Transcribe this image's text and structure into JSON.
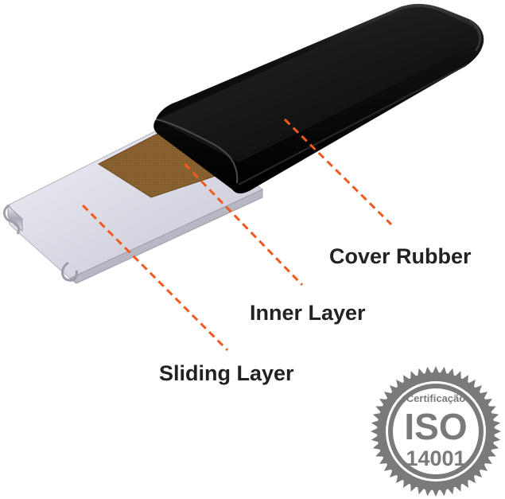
{
  "labels": {
    "cover_rubber": "Cover Rubber",
    "inner_layer": "Inner Layer",
    "sliding_layer": "Sliding Layer"
  },
  "badge": {
    "certification_text": "Certificação",
    "standard": "ISO",
    "number": "14001"
  },
  "colors": {
    "leader_line": "#f05a1e",
    "cover_rubber": "#0b0b0b",
    "inner_layer": "#8a6330",
    "sliding_layer": "#dcdce6",
    "badge": "#7a7a7a",
    "label_text": "#222222"
  }
}
